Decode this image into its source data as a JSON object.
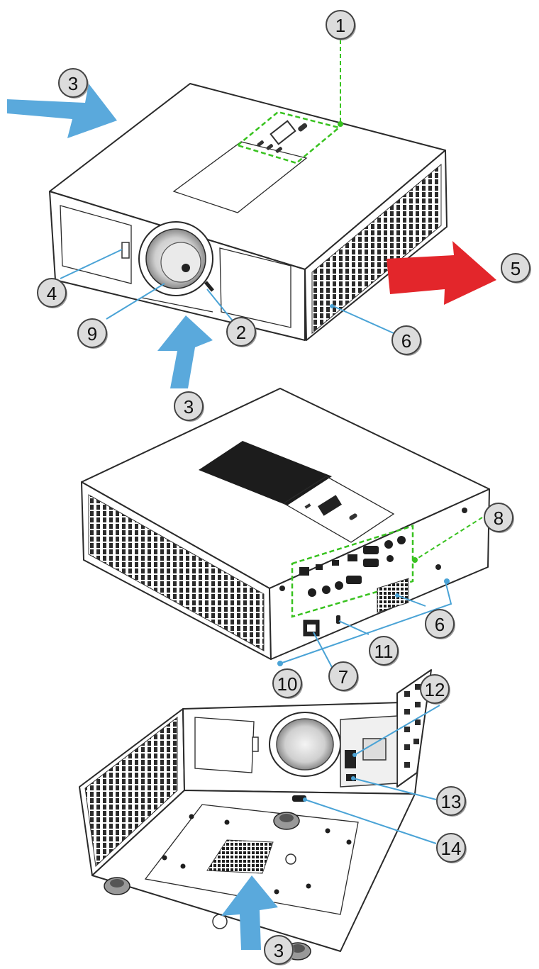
{
  "colors": {
    "airflow_in": "#5aa9dc",
    "airflow_out": "#e3262b",
    "leader_blue": "#4aa3d6",
    "leader_green": "#38c21f",
    "callout_fill": "#dcdcdc",
    "callout_stroke": "#444444"
  },
  "callouts": [
    {
      "id": "c1",
      "label": "1"
    },
    {
      "id": "c3a",
      "label": "3"
    },
    {
      "id": "c5",
      "label": "5"
    },
    {
      "id": "c4",
      "label": "4"
    },
    {
      "id": "c9",
      "label": "9"
    },
    {
      "id": "c2",
      "label": "2"
    },
    {
      "id": "c6a",
      "label": "6"
    },
    {
      "id": "c3b",
      "label": "3"
    },
    {
      "id": "c8",
      "label": "8"
    },
    {
      "id": "c6b",
      "label": "6"
    },
    {
      "id": "c11",
      "label": "11"
    },
    {
      "id": "c10",
      "label": "10"
    },
    {
      "id": "c7",
      "label": "7"
    },
    {
      "id": "c12",
      "label": "12"
    },
    {
      "id": "c13",
      "label": "13"
    },
    {
      "id": "c14",
      "label": "14"
    },
    {
      "id": "c3c",
      "label": "3"
    }
  ]
}
